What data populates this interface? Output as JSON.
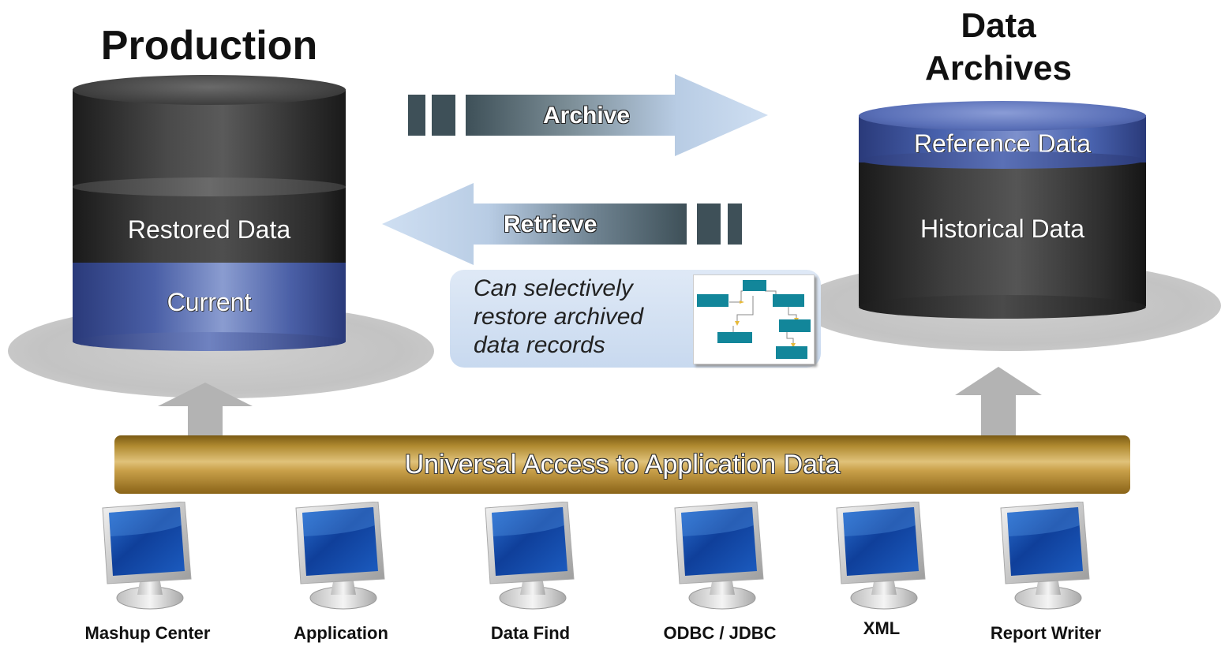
{
  "production": {
    "title": "Production",
    "restored_label": "Restored Data",
    "current_label": "Current"
  },
  "archives": {
    "title_line1": "Data",
    "title_line2": "Archives",
    "reference_label": "Reference Data",
    "historical_label": "Historical Data"
  },
  "arrows": {
    "archive_label": "Archive",
    "retrieve_label": "Retrieve"
  },
  "callout": {
    "line1": "Can selectively",
    "line2": "restore archived",
    "line3": "data records"
  },
  "access_bar": {
    "label": "Universal Access to Application Data"
  },
  "clients": [
    {
      "label": "Mashup Center"
    },
    {
      "label": "Application"
    },
    {
      "label": "Data Find"
    },
    {
      "label": "ODBC / JDBC"
    },
    {
      "label": "XML"
    },
    {
      "label": "Report Writer"
    }
  ],
  "colors": {
    "cylinder_dark": "#3a3a3a",
    "current_blue": "#4a5fa6",
    "reference_blue": "#4a64b0",
    "bar_brown": "#9a7420",
    "arrow_light": "#c7d8ee",
    "arrow_dark": "#3e5058"
  }
}
